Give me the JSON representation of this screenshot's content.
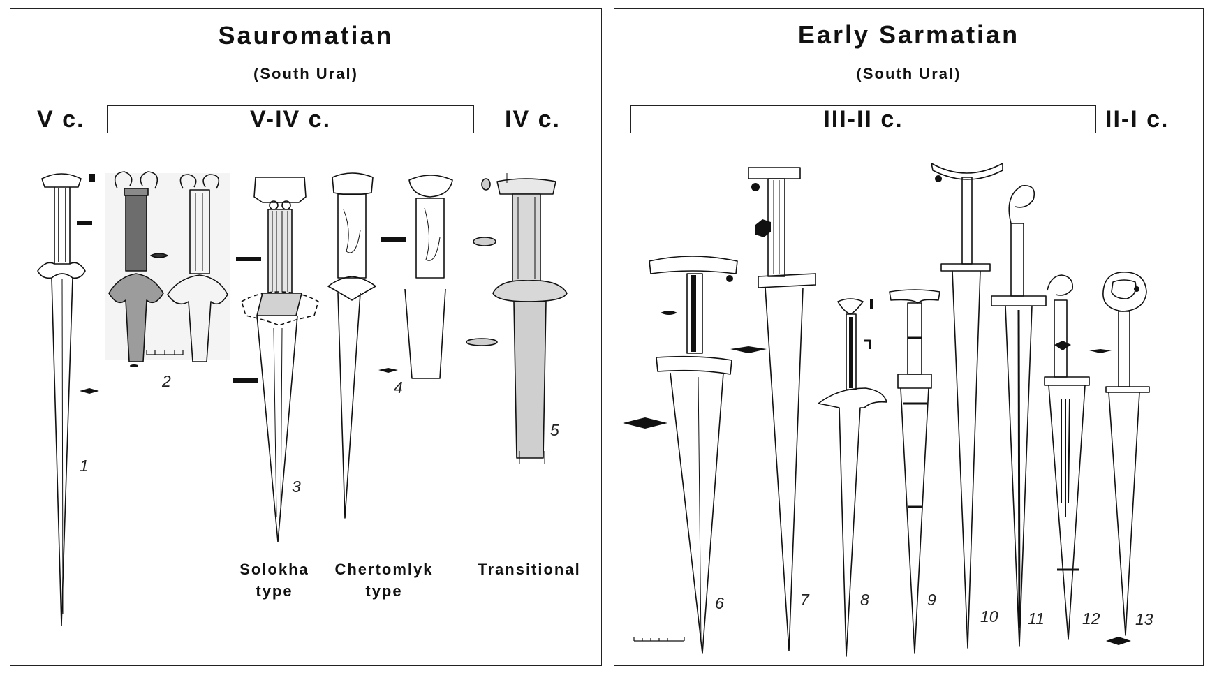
{
  "left_panel": {
    "title": "Sauromatian",
    "subtitle": "(South Ural)",
    "era_left": "V c.",
    "era_box": "V-IV c.",
    "era_right": "IV c.",
    "types": {
      "solokha_line1": "Solokha",
      "solokha_line2": "type",
      "chertomlyk_line1": "Chertomlyk",
      "chertomlyk_line2": "type",
      "transitional": "Transitional"
    },
    "figure_numbers": [
      "1",
      "2",
      "3",
      "4",
      "5"
    ]
  },
  "right_panel": {
    "title": "Early Sarmatian",
    "subtitle": "(South Ural)",
    "era_box": "III-II c.",
    "era_right": "II-I c.",
    "figure_numbers": [
      "6",
      "7",
      "8",
      "9",
      "10",
      "11",
      "12",
      "13"
    ]
  },
  "colors": {
    "ink": "#111111",
    "border": "#222222",
    "background": "#ffffff"
  }
}
